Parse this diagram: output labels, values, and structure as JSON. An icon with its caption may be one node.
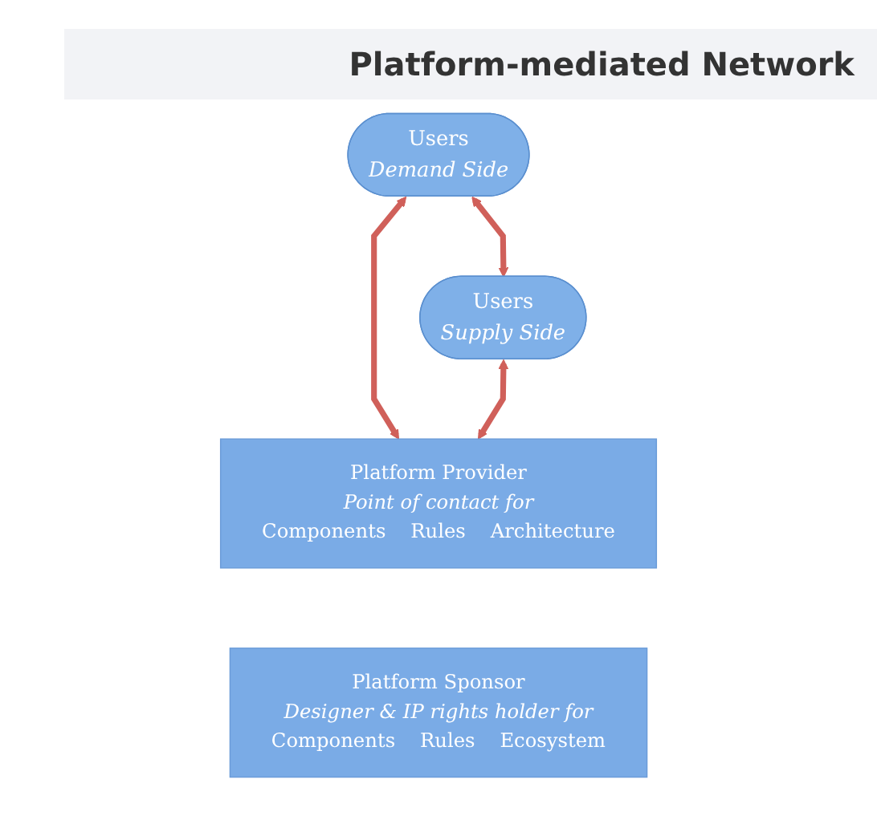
{
  "diagram": {
    "title": "Platform-mediated Network",
    "nodes": [
      {
        "text": [
          "Users",
          "Demand Side"
        ]
      },
      {
        "text": [
          "Users",
          "Supply Side"
        ]
      },
      {
        "text": [
          "Platform Provider",
          "Point of contact for",
          "Components",
          "Rules",
          "Architecture"
        ]
      },
      {
        "text": [
          "Platform Sponsor",
          "Designer & IP rights holder for",
          "Components",
          "Rules",
          "Ecosystem"
        ]
      }
    ],
    "edges": [
      {
        "from": 0,
        "to": 1,
        "arrow": "both"
      },
      {
        "from": 0,
        "to": 2,
        "arrow": "both"
      },
      {
        "from": 1,
        "to": 2,
        "arrow": "both"
      }
    ]
  }
}
